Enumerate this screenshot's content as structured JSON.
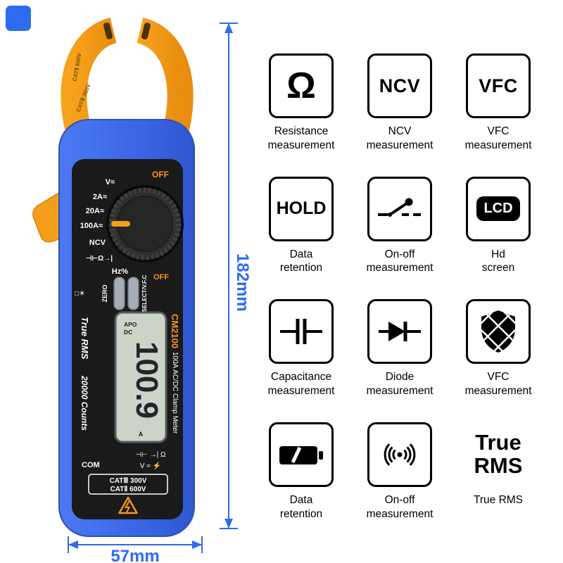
{
  "colors": {
    "body_blue": "#3E6BEA",
    "clamp_orange": "#F59E1B",
    "dimension_blue": "#2E6BF0"
  },
  "meter": {
    "clamp_rating_top": "CATⅡ 600V",
    "clamp_rating_bottom": "CATⅢ 300V",
    "dial": {
      "off_top": "OFF",
      "positions": [
        "V≈",
        "2A≈",
        "20A≈",
        "100A≈",
        "NCV",
        "⊣⊢Ω→|",
        "Hz%"
      ],
      "off_side": "OFF"
    },
    "buttons": {
      "backlight": "□☀",
      "zero": "ZERO",
      "select": "SELECT/V.F.C"
    },
    "side_left_line1": "True RMS",
    "side_left_line2": "20000 Counts",
    "side_right_line1": "CM2100",
    "side_right_line2": "100A AC/DC Clamp Meter",
    "lcd": {
      "apo": "APO",
      "dc": "DC",
      "value": "100.9",
      "unit": "A"
    },
    "com_label": "COM",
    "symbols_line1": "⊣⊢ →| Ω",
    "symbols_line2": "V ≈ ⚡",
    "cat_line1": "CATⅢ 300V",
    "cat_line2": "CATⅡ 600V"
  },
  "dimensions": {
    "height": "182mm",
    "width": "57mm"
  },
  "features": [
    {
      "name": "resistance",
      "glyph": "Ω",
      "label1": "Resistance",
      "label2": "measurement"
    },
    {
      "name": "ncv",
      "glyph": "NCV",
      "label1": "NCV",
      "label2": "measurement"
    },
    {
      "name": "vfc",
      "glyph": "VFC",
      "label1": "VFC",
      "label2": "measurement"
    },
    {
      "name": "hold",
      "glyph": "HOLD",
      "label1": "Data",
      "label2": "retention"
    },
    {
      "name": "on-off",
      "glyph": "",
      "label1": "On-off",
      "label2": "measurement"
    },
    {
      "name": "lcd",
      "glyph": "LCD",
      "label1": "Hd",
      "label2": "screen"
    },
    {
      "name": "capacitance",
      "glyph": "",
      "label1": "Capacitance",
      "label2": "measurement"
    },
    {
      "name": "diode",
      "glyph": "",
      "label1": "Diode",
      "label2": "measurement"
    },
    {
      "name": "shield-vfc",
      "glyph": "",
      "label1": "VFC",
      "label2": "measurement"
    },
    {
      "name": "battery",
      "glyph": "",
      "label1": "Data",
      "label2": "retention"
    },
    {
      "name": "signal",
      "glyph": "",
      "label1": "On-off",
      "label2": "measurement"
    },
    {
      "name": "true-rms",
      "glyph_line1": "True",
      "glyph_line2": "RMS",
      "label1": "True RMS",
      "label2": ""
    }
  ]
}
